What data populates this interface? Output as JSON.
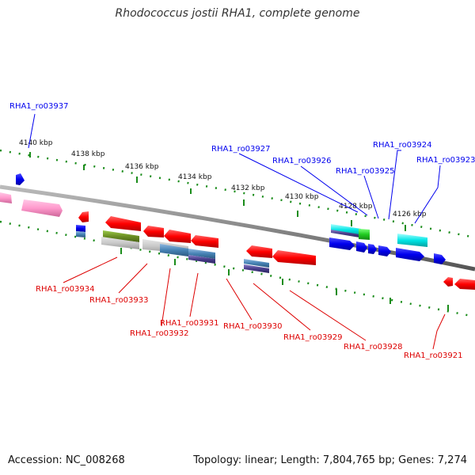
{
  "title": "Rhodococcus jostii RHA1, complete genome",
  "footer": {
    "accession": "Accession: NC_008268",
    "topology": "Topology: linear; Length: 7,804,765 bp; Genes: 7,274"
  },
  "scale": {
    "ticks": [
      "4140 kbp",
      "4138 kbp",
      "4136 kbp",
      "4134 kbp",
      "4132 kbp",
      "4130 kbp",
      "4128 kbp",
      "4126 kbp"
    ]
  },
  "colors": {
    "forward": "#0000ee",
    "reverse": "#ee0000",
    "backbone": "#808080",
    "ruler": "#1a8c1a"
  },
  "genes": {
    "forward": [
      "RHA1_ro03937",
      "RHA1_ro03927",
      "RHA1_ro03926",
      "RHA1_ro03925",
      "RHA1_ro03924",
      "RHA1_ro03923"
    ],
    "reverse": [
      "RHA1_ro03934",
      "RHA1_ro03933",
      "RHA1_ro03932",
      "RHA1_ro03931",
      "RHA1_ro03930",
      "RHA1_ro03929",
      "RHA1_ro03928",
      "RHA1_ro03921"
    ]
  }
}
